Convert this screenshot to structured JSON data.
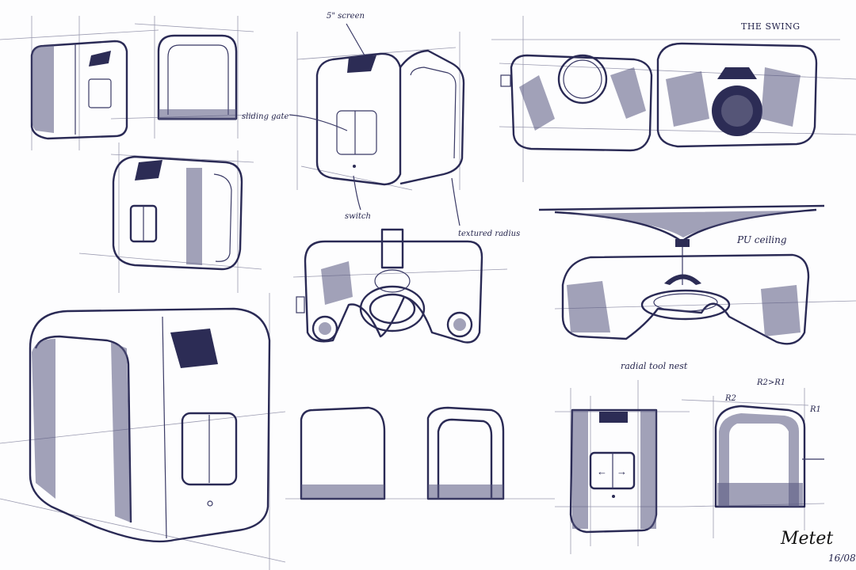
{
  "labels": {
    "screen": "5\" screen",
    "sliding_gate": "sliding gate",
    "switch": "switch",
    "textured_radius": "textured radius",
    "the_swing": "THE SWING",
    "pu_ceiling": "PU ceiling",
    "radial_tool_nest": "radial tool nest",
    "radius_rule": "R2>R1",
    "r2": "R2",
    "r1": "R1"
  },
  "signature": {
    "name": "Metet",
    "date": "16/08"
  },
  "colors": {
    "ink": "#2a2a55",
    "construction": "#9a9ab0",
    "paper": "#fdfdfe"
  }
}
